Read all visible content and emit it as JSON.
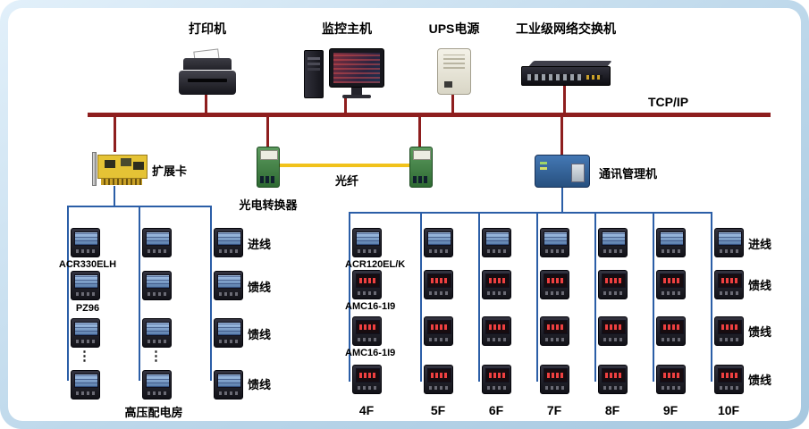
{
  "colors": {
    "bus": "#8e1e1e",
    "wire": "#2b5ea7",
    "fiber": "#f1c21b"
  },
  "top": {
    "printer": "打印机",
    "host": "监控主机",
    "ups": "UPS电源",
    "switch": "工业级网络交换机"
  },
  "bus": {
    "protocol": "TCP/IP"
  },
  "mid": {
    "expansion_card": "扩展卡",
    "converter": "光电转换器",
    "fiber": "光纤",
    "comm_manager": "通讯管理机"
  },
  "left": {
    "meter1_label": "ACR330ELH",
    "meter2_label": "PZ96",
    "room_label": "高压配电房",
    "dots": "⋮",
    "feeders": [
      "进线",
      "馈线",
      "馈线",
      "馈线"
    ]
  },
  "right": {
    "device_labels": [
      "ACR120EL/K",
      "AMC16-1I9",
      "AMC16-1I9"
    ],
    "floors": [
      "4F",
      "5F",
      "6F",
      "7F",
      "8F",
      "9F",
      "10F"
    ],
    "feeders": [
      "进线",
      "馈线",
      "馈线",
      "馈线"
    ]
  }
}
